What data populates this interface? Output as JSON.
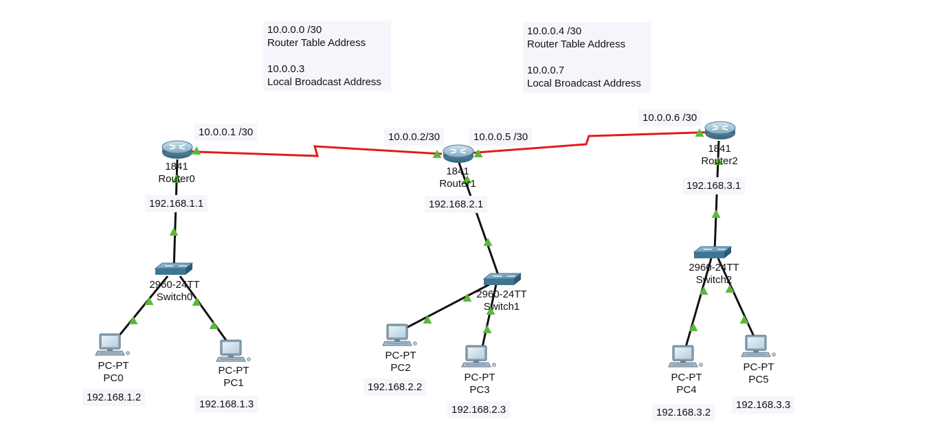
{
  "notes": [
    {
      "line1": "10.0.0.0 /30",
      "line2": "Router Table Address",
      "line3": "10.0.0.3",
      "line4": "Local Broadcast Address"
    },
    {
      "line1": "10.0.0.4 /30",
      "line2": "Router Table Address",
      "line3": "10.0.0.7",
      "line4": "Local Broadcast Address"
    }
  ],
  "routers": [
    {
      "model": "1841",
      "name": "Router0",
      "lan_ip": "192.168.1.1"
    },
    {
      "model": "1841",
      "name": "Router1",
      "lan_ip": "192.168.2.1"
    },
    {
      "model": "1841",
      "name": "Router2",
      "lan_ip": "192.168.3.1"
    }
  ],
  "switches": [
    {
      "model": "2960-24TT",
      "name": "Switch0"
    },
    {
      "model": "2960-24TT",
      "name": "Switch1"
    },
    {
      "model": "2960-24TT",
      "name": "Switch2"
    }
  ],
  "pcs": [
    {
      "model": "PC-PT",
      "name": "PC0",
      "ip": "192.168.1.2"
    },
    {
      "model": "PC-PT",
      "name": "PC1",
      "ip": "192.168.1.3"
    },
    {
      "model": "PC-PT",
      "name": "PC2",
      "ip": "192.168.2.2"
    },
    {
      "model": "PC-PT",
      "name": "PC3",
      "ip": "192.168.2.3"
    },
    {
      "model": "PC-PT",
      "name": "PC4",
      "ip": "192.168.3.2"
    },
    {
      "model": "PC-PT",
      "name": "PC5",
      "ip": "192.168.3.3"
    }
  ],
  "wan_ips": {
    "router0_serial": "10.0.0.1 /30",
    "router1_serial_a": "10.0.0.2/30",
    "router1_serial_b": "10.0.0.5 /30",
    "router2_serial": "10.0.0.6 /30"
  },
  "colors": {
    "serial_link": "#e01b1b",
    "ethernet_link": "#111111",
    "link_up": "#5cb83c",
    "label_bg": "#f4f6fb"
  },
  "icons": {
    "router": "router-icon",
    "switch": "switch-icon",
    "pc": "pc-icon"
  }
}
